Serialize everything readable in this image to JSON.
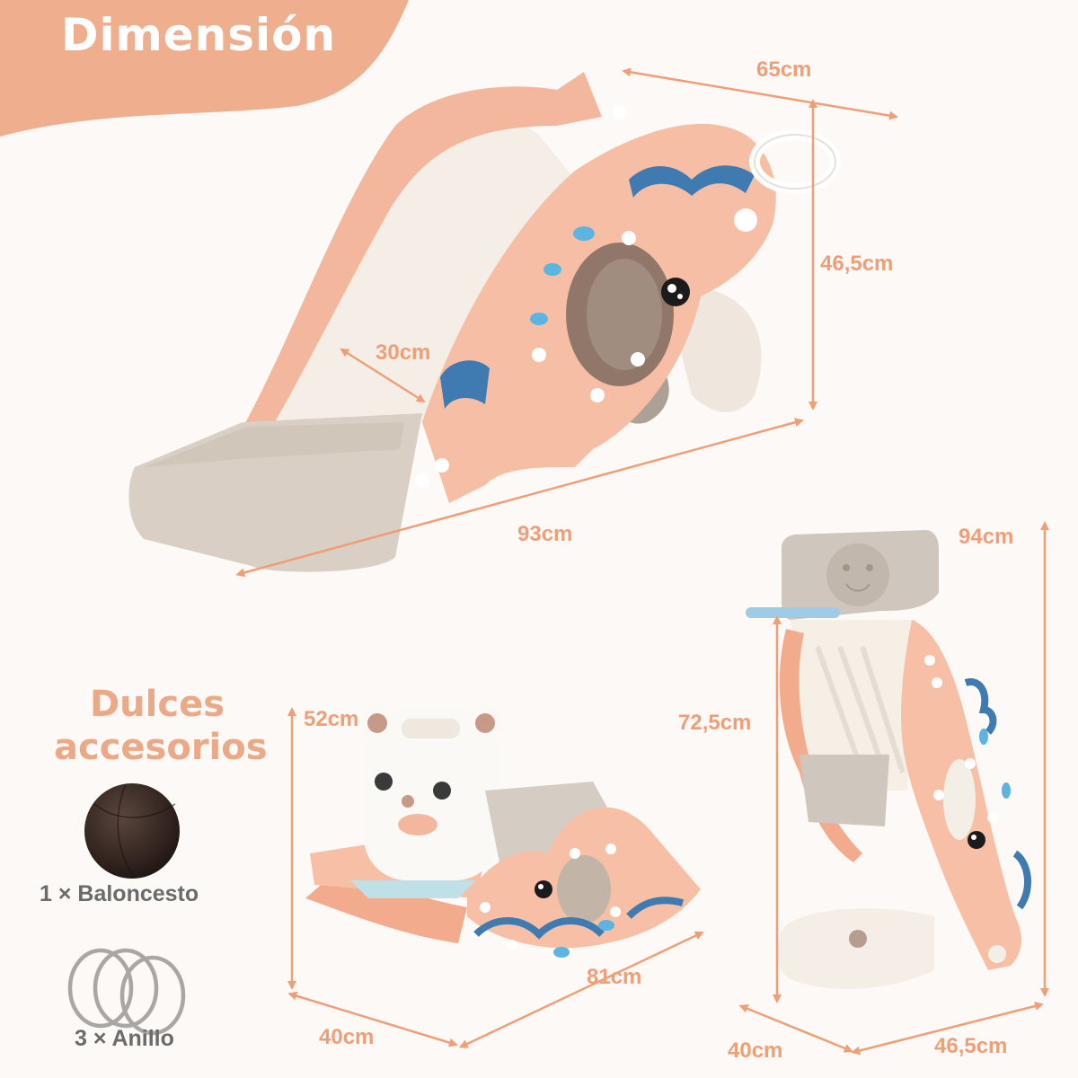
{
  "header": {
    "title": "Dimensión",
    "banner_color": "#efaf8e"
  },
  "slide_view": {
    "width_label": "65cm",
    "height_label": "46,5cm",
    "slide_width_label": "30cm",
    "length_label": "93cm"
  },
  "accessories": {
    "title_line1": "Dulces",
    "title_line2": "accesorios",
    "items": [
      {
        "label": "1 × Baloncesto",
        "icon": "basketball-icon"
      },
      {
        "label": "3 × Anillo",
        "icon": "rings-icon"
      }
    ]
  },
  "rocker_view": {
    "height_label": "52cm",
    "depth_label": "40cm",
    "length_label": "81cm"
  },
  "upright_view": {
    "total_height_label": "94cm",
    "hoop_height_label": "72,5cm",
    "depth_label": "40cm",
    "width_label": "46,5cm"
  },
  "colors": {
    "accent": "#ee9f78",
    "background": "#fcf9f6",
    "pink_plastic": "#f6bfa6",
    "cream": "#f3ece4",
    "grey_plastic": "#cfc6bd",
    "blue_wave": "#3f7bb0",
    "light_blue": "#5bb5e0",
    "ball": "#3a2a24",
    "ring": "#a9a5a1",
    "label_grey": "#6b6b6b"
  }
}
